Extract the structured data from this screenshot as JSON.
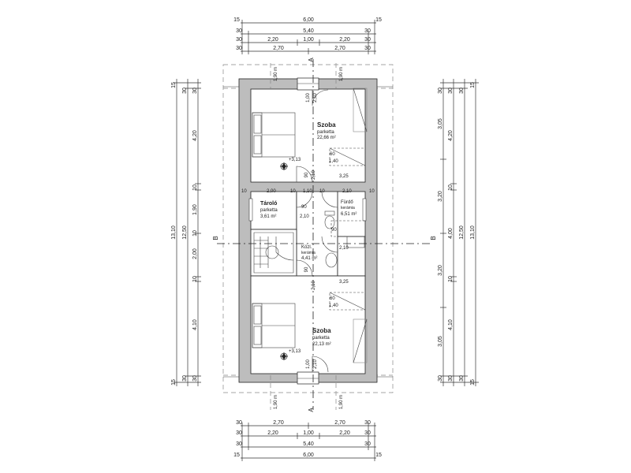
{
  "dims_top": {
    "r1": [
      "15",
      "6,00",
      "15"
    ],
    "r2": [
      "30",
      "5,40",
      "30"
    ],
    "r3": [
      "30",
      "2,20",
      "1,00",
      "2,20",
      "30"
    ],
    "r4": [
      "30",
      "2,70",
      "2,70",
      "30"
    ]
  },
  "dims_bottom": {
    "r1": [
      "30",
      "2,70",
      "2,70",
      "30"
    ],
    "r2": [
      "30",
      "2,20",
      "1,00",
      "2,20",
      "30"
    ],
    "r3": [
      "30",
      "5,40",
      "30"
    ],
    "r4": [
      "15",
      "6,00",
      "15"
    ]
  },
  "dims_left": {
    "c1": [
      "15",
      "13,10",
      "15"
    ],
    "c2": [
      "30",
      "12,50",
      "30"
    ],
    "c3": [
      "30",
      "4,20",
      "10",
      "1,90",
      "10",
      "2,00",
      "10",
      "4,10",
      "30"
    ]
  },
  "dims_right": {
    "c1": [
      "30",
      "3,05",
      "3,20",
      "3,20",
      "3,05",
      "30"
    ],
    "c2": [
      "30",
      "4,20",
      "10",
      "4,00",
      "10",
      "4,10",
      "30"
    ],
    "c3": [
      "30",
      "12,50",
      "30"
    ],
    "c4": [
      "15",
      "13,10",
      "15"
    ]
  },
  "section_marks": {
    "a": "A",
    "b": "B"
  },
  "rooms": {
    "szoba1": {
      "name": "Szoba",
      "floor": "parketta",
      "area": "22,66 m²",
      "level": "+3,13"
    },
    "tarolo": {
      "name": "Tároló",
      "floor": "parketta",
      "area": "3,61 m²"
    },
    "furdo": {
      "name": "Fürdő",
      "floor": "kerámia",
      "area": "6,51 m²"
    },
    "kozl": {
      "name": "Közl.",
      "floor": "kerámia",
      "area": "4,41 m²"
    },
    "szoba2": {
      "name": "Szoba",
      "floor": "parketta",
      "area": "22,13 m²",
      "level": "+3,13"
    }
  },
  "labels": {
    "v190": "1,90 m",
    "d100": "1,00",
    "d210": "2,10",
    "d90": "90",
    "d200": "2,00",
    "d110": "1,10",
    "d60": "60",
    "d140": "1,40",
    "d325": "3,25",
    "d10": "10"
  }
}
